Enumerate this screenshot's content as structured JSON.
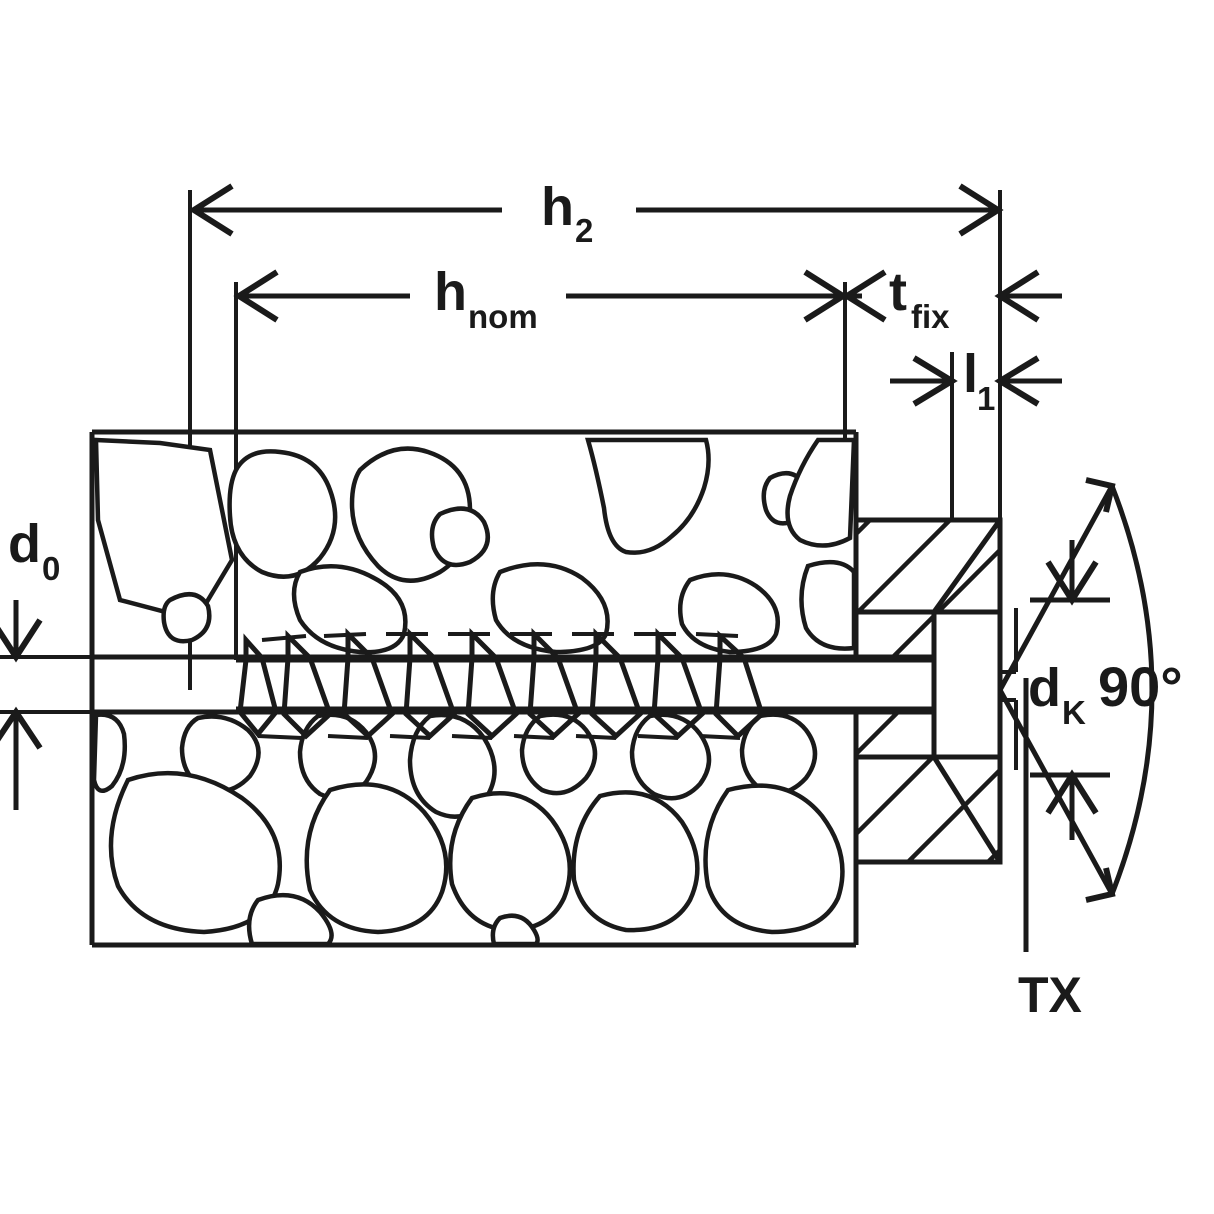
{
  "title": "Concrete screw anchor installation cross-section",
  "colors": {
    "line": "#1a1a1a",
    "background": "#ffffff",
    "aggregate": "#2b2b2b"
  },
  "dimensions": {
    "h2": {
      "label": "h",
      "sub": "2",
      "name": "overall-embedment-plus-fixture"
    },
    "hnom": {
      "label": "h",
      "sub": "nom",
      "name": "nominal-embedment-depth"
    },
    "tfix": {
      "label": "t",
      "sub": "fix",
      "name": "fixture-thickness"
    },
    "l1": {
      "label": "l",
      "sub": "1",
      "name": "head-protrusion-length"
    },
    "d0": {
      "label": "d",
      "sub": "0",
      "name": "drill-hole-diameter"
    },
    "dk": {
      "label": "d",
      "sub": "K",
      "name": "head-diameter"
    }
  },
  "annotations": {
    "angle": "90°",
    "drive": "TX"
  }
}
